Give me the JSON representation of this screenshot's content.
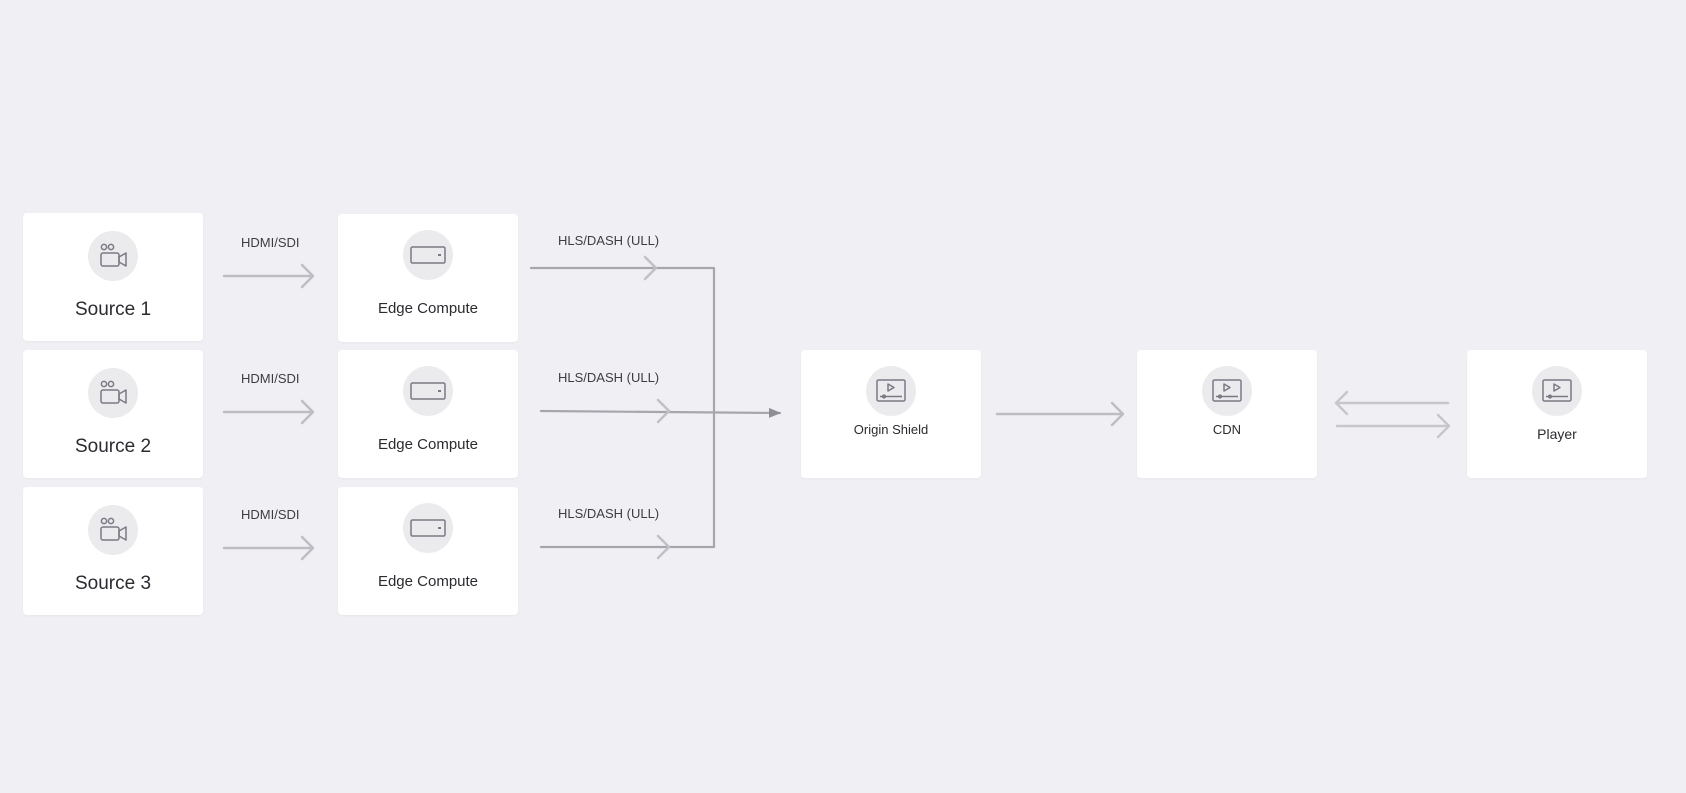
{
  "sources": [
    {
      "label": "Source 1",
      "link_label": "HDMI/SDI",
      "icon": "camera-icon"
    },
    {
      "label": "Source 2",
      "link_label": "HDMI/SDI",
      "icon": "camera-icon"
    },
    {
      "label": "Source 3",
      "link_label": "HDMI/SDI",
      "icon": "camera-icon"
    }
  ],
  "edges": [
    {
      "label": "Edge Compute",
      "link_label": "HLS/DASH (ULL)",
      "icon": "device-box-icon"
    },
    {
      "label": "Edge Compute",
      "link_label": "HLS/DASH (ULL)",
      "icon": "device-box-icon"
    },
    {
      "label": "Edge Compute",
      "link_label": "HLS/DASH (ULL)",
      "icon": "device-box-icon"
    }
  ],
  "origin": {
    "label": "Origin Shield",
    "icon": "video-player-icon"
  },
  "cdn": {
    "label": "CDN",
    "icon": "video-player-icon"
  },
  "player": {
    "label": "Player",
    "icon": "video-player-icon"
  },
  "colors": {
    "background": "#f0f0f4",
    "node": "#ffffff",
    "badge": "#ebebee",
    "icon_stroke": "#7a7a85",
    "arrow_light": "#bdbdc4",
    "arrow_dark": "#8e8e96"
  }
}
